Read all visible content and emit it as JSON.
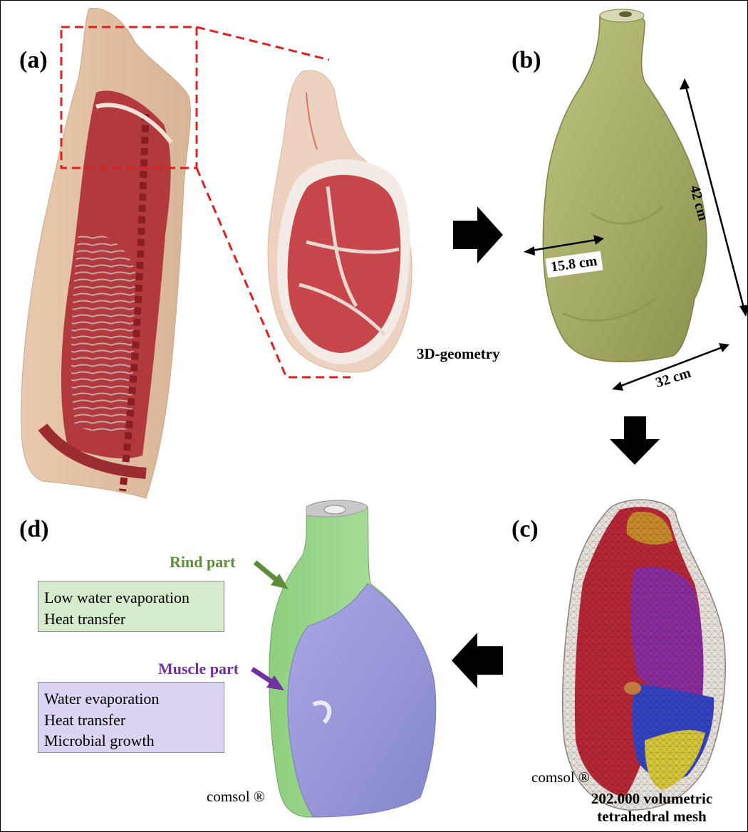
{
  "panels": {
    "a": "(a)",
    "b": "(b)",
    "c": "(c)",
    "d": "(d)"
  },
  "geometry_caption": "3D-geometry",
  "dimensions": {
    "height": "42 cm",
    "width": "15.8 cm",
    "depth": "32 cm"
  },
  "mesh_caption": {
    "line1": "202.000 volumetric",
    "line2": "tetrahedral mesh"
  },
  "software_label_c": "comsol ®",
  "software_label_d": "comsol ®",
  "rind": {
    "label": "Rind part",
    "color": "#5e8c3a",
    "box_fill": "#d6ebcb",
    "lines": [
      "Low water evaporation",
      "Heat transfer"
    ]
  },
  "muscle": {
    "label": "Muscle part",
    "color": "#7030a0",
    "box_fill": "#ddd3f2",
    "lines": [
      "Water evaporation",
      "Heat transfer",
      "Microbial growth"
    ]
  },
  "colors": {
    "zoom_box": "#e02020",
    "ham_model": "#a9ad6a",
    "rind_model": "#9ed68e",
    "muscle_model": "#9a9ad8"
  }
}
